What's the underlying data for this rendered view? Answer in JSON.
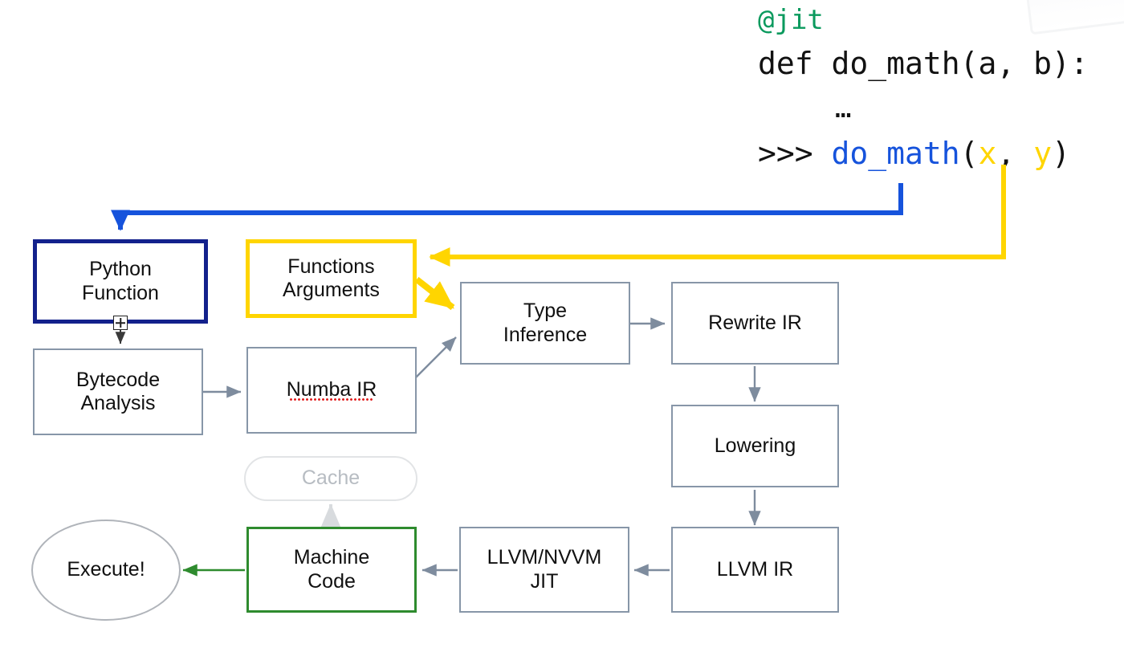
{
  "code_snippet": {
    "decorator": "@jit",
    "definition": "def do_math(a, b):",
    "ellipsis": "…",
    "call_prompt": ">>> ",
    "call_fn": "do_math",
    "call_open": "(",
    "call_arg1": "x",
    "call_sep": ", ",
    "call_arg2": "y",
    "call_close": ")",
    "colors": {
      "decorator": "#0B9A5E",
      "function": "#1653DC",
      "arguments": "#FFD500",
      "plain": "#121212"
    }
  },
  "flow": {
    "nodes": [
      {
        "id": "python-function",
        "label": "Python\nFunction",
        "line1": "Python",
        "line2": "Function",
        "style": "navy"
      },
      {
        "id": "functions-arguments",
        "label": "Functions\nArguments",
        "line1": "Functions",
        "line2": "Arguments",
        "style": "yellow"
      },
      {
        "id": "type-inference",
        "label": "Type\nInference",
        "line1": "Type",
        "line2": "Inference",
        "style": "gray"
      },
      {
        "id": "rewrite-ir",
        "label": "Rewrite IR",
        "line1": "Rewrite IR",
        "line2": "",
        "style": "gray"
      },
      {
        "id": "bytecode-analysis",
        "label": "Bytecode\nAnalysis",
        "line1": "Bytecode",
        "line2": "Analysis",
        "style": "gray"
      },
      {
        "id": "numba-ir",
        "label": "Numba IR",
        "line1": "Numba IR",
        "line2": "",
        "style": "gray"
      },
      {
        "id": "lowering",
        "label": "Lowering",
        "line1": "Lowering",
        "line2": "",
        "style": "gray"
      },
      {
        "id": "cache",
        "label": "Cache",
        "line1": "Cache",
        "line2": "",
        "style": "cache"
      },
      {
        "id": "machine-code",
        "label": "Machine\nCode",
        "line1": "Machine",
        "line2": "Code",
        "style": "green"
      },
      {
        "id": "llvm-nvvm-jit",
        "label": "LLVM/NVVM\nJIT",
        "line1": "LLVM/NVVM",
        "line2": "JIT",
        "style": "gray"
      },
      {
        "id": "llvm-ir",
        "label": "LLVM IR",
        "line1": "LLVM IR",
        "line2": "",
        "style": "gray"
      },
      {
        "id": "execute",
        "label": "Execute!",
        "line1": "Execute!",
        "line2": "",
        "style": "ellipse"
      }
    ],
    "edges": [
      {
        "from": "code-call",
        "to": "python-function",
        "color": "#1653DC",
        "kind": "elbow"
      },
      {
        "from": "code-arguments",
        "to": "functions-arguments",
        "color": "#FFD500",
        "kind": "elbow"
      },
      {
        "from": "functions-arguments",
        "to": "type-inference",
        "color": "#FFD500",
        "kind": "diagonal"
      },
      {
        "from": "python-function",
        "to": "bytecode-analysis",
        "color": "#3A3A3A",
        "kind": "straight"
      },
      {
        "from": "bytecode-analysis",
        "to": "numba-ir",
        "color": "#7E8C9E",
        "kind": "straight"
      },
      {
        "from": "numba-ir",
        "to": "type-inference",
        "color": "#7E8C9E",
        "kind": "diagonal"
      },
      {
        "from": "type-inference",
        "to": "rewrite-ir",
        "color": "#7E8C9E",
        "kind": "straight"
      },
      {
        "from": "rewrite-ir",
        "to": "lowering",
        "color": "#7E8C9E",
        "kind": "straight"
      },
      {
        "from": "lowering",
        "to": "llvm-ir",
        "color": "#7E8C9E",
        "kind": "straight"
      },
      {
        "from": "llvm-ir",
        "to": "llvm-nvvm-jit",
        "color": "#7E8C9E",
        "kind": "straight"
      },
      {
        "from": "llvm-nvvm-jit",
        "to": "machine-code",
        "color": "#7E8C9E",
        "kind": "straight"
      },
      {
        "from": "machine-code",
        "to": "cache",
        "color": "#D8DBDE",
        "kind": "straight"
      },
      {
        "from": "machine-code",
        "to": "execute",
        "color": "#2E8B2E",
        "kind": "straight"
      }
    ],
    "annotations": {
      "spellcheck_underline_on": "numba-ir",
      "expand_handle_on": "python-function",
      "expand_handle_icon": "plus-box-icon"
    },
    "palette": {
      "box_border_gray": "#8796A8",
      "navy": "#13218C",
      "yellow": "#FFD500",
      "green": "#2E8B2E",
      "cache_gray": "#B7BCC2",
      "arrow_gray": "#7E8C9E",
      "blue_arrow": "#1653DC",
      "background": "#FFFFFF"
    }
  }
}
